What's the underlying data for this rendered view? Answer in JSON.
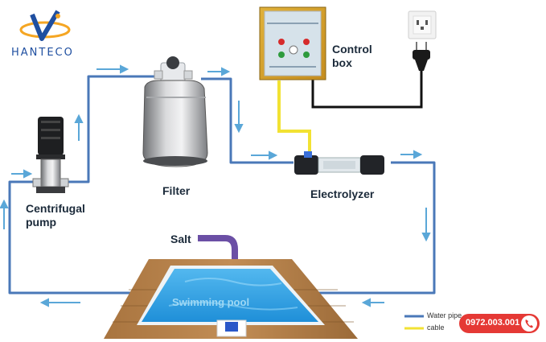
{
  "brand": {
    "name": "HANTECO"
  },
  "labels": {
    "control_box": "Control\nbox",
    "filter": "Filter",
    "electrolyzer": "Electrolyzer",
    "pump": "Centrifugal\npump",
    "salt": "Salt",
    "pool": "Swimming pool"
  },
  "legend": {
    "water_pipe": "Water pipe",
    "cable": "cable"
  },
  "contact": {
    "phone": "0972.003.001"
  },
  "colors": {
    "pipe": "#4a78b8",
    "arrow": "#5aa7d8",
    "cable": "#f2e233",
    "wire": "#111111",
    "salt": "#6b4fa5",
    "phone_bg": "#e53935"
  },
  "icons": [
    "logo-icon",
    "power-socket-icon",
    "power-plug-icon",
    "phone-icon"
  ]
}
